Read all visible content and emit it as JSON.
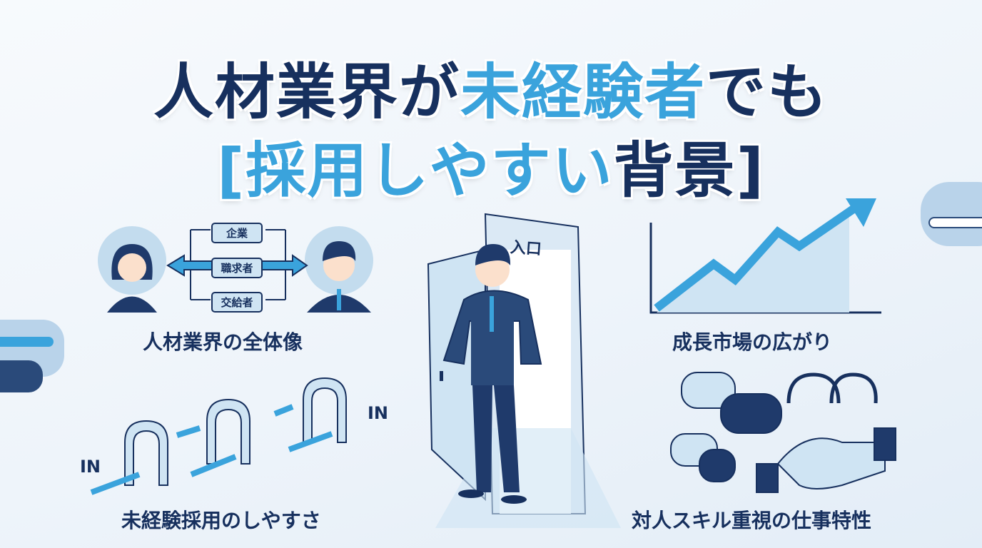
{
  "title": {
    "line1_part1": "人材業界が",
    "line1_part2": "未経験者",
    "line1_part3": "でも",
    "line2_open": "[",
    "line2_part1": "採用しやすい",
    "line2_part2": "背景",
    "line2_close": "]"
  },
  "sections": {
    "overview": {
      "caption": "人材業界の全体像",
      "boxes": [
        "企業",
        "職求者",
        "交給者"
      ]
    },
    "growth": {
      "caption": "成長市場の広がり"
    },
    "inexperienced": {
      "caption": "未経験採用のしやすさ",
      "in_labels": [
        "IN",
        "IN"
      ]
    },
    "interpersonal": {
      "caption": "対人スキル重視の仕事特性"
    },
    "door": {
      "sign": "入口"
    }
  },
  "colors": {
    "navy": "#17305e",
    "blue": "#3aa3dc",
    "light": "#cfe4f3"
  }
}
